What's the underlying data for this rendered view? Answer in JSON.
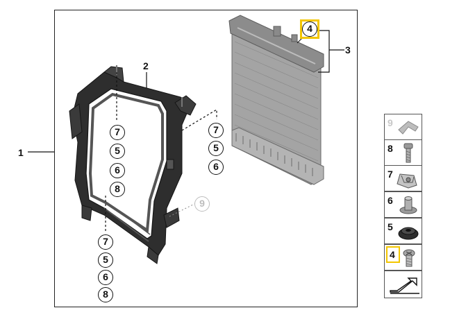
{
  "diagram": {
    "labels": {
      "part1": "1",
      "part2": "2",
      "part3": "3",
      "part4": "4"
    },
    "callouts_left_upper": [
      "7",
      "5",
      "6",
      "8"
    ],
    "callouts_left_lower": [
      "7",
      "5",
      "6",
      "8"
    ],
    "callouts_right": [
      "7",
      "5",
      "6"
    ],
    "callout_ghost": "9"
  },
  "legend": {
    "items": [
      {
        "num": "9",
        "icon": "clip-icon",
        "ghost": true
      },
      {
        "num": "8",
        "icon": "bolt-icon"
      },
      {
        "num": "7",
        "icon": "spring-nut-icon"
      },
      {
        "num": "6",
        "icon": "bushing-icon"
      },
      {
        "num": "5",
        "icon": "grommet-icon"
      },
      {
        "num": "4",
        "icon": "screw-icon",
        "highlight": true
      },
      {
        "num": "",
        "icon": "arrow-icon"
      }
    ]
  },
  "colors": {
    "highlight": "#f3c600",
    "frame_part": "#3a3a3a",
    "radiator": "#9a9a9a"
  }
}
